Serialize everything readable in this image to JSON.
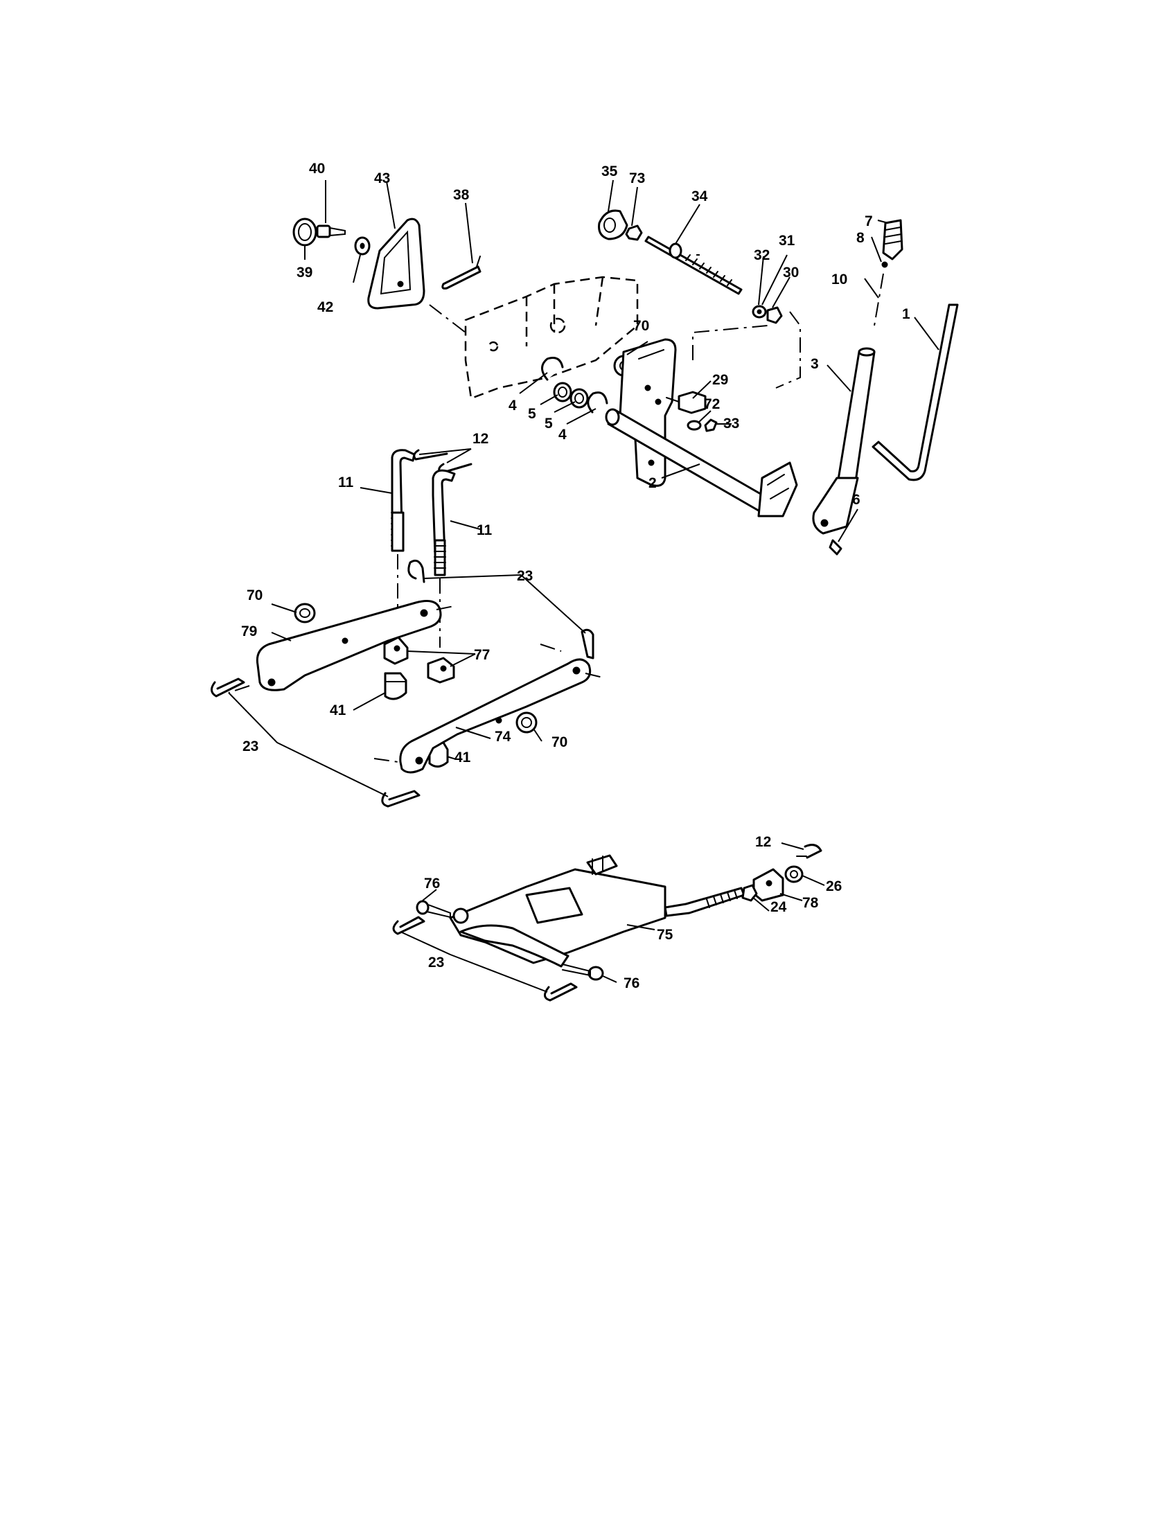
{
  "diagram": {
    "callouts": [
      {
        "id": "c40",
        "text": "40"
      },
      {
        "id": "c43",
        "text": "43"
      },
      {
        "id": "c38",
        "text": "38"
      },
      {
        "id": "c39",
        "text": "39"
      },
      {
        "id": "c42",
        "text": "42"
      },
      {
        "id": "c35",
        "text": "35"
      },
      {
        "id": "c73",
        "text": "73"
      },
      {
        "id": "c34",
        "text": "34"
      },
      {
        "id": "c7",
        "text": "7"
      },
      {
        "id": "c8",
        "text": "8"
      },
      {
        "id": "c32",
        "text": "32"
      },
      {
        "id": "c31",
        "text": "31"
      },
      {
        "id": "c30",
        "text": "30"
      },
      {
        "id": "c10",
        "text": "10"
      },
      {
        "id": "c1",
        "text": "1"
      },
      {
        "id": "c70a",
        "text": "70"
      },
      {
        "id": "c3",
        "text": "3"
      },
      {
        "id": "c29",
        "text": "29"
      },
      {
        "id": "c72",
        "text": "72"
      },
      {
        "id": "c33",
        "text": "33"
      },
      {
        "id": "c4a",
        "text": "4"
      },
      {
        "id": "c5a",
        "text": "5"
      },
      {
        "id": "c5b",
        "text": "5"
      },
      {
        "id": "c4b",
        "text": "4"
      },
      {
        "id": "c12a",
        "text": "12"
      },
      {
        "id": "c11a",
        "text": "11"
      },
      {
        "id": "c2",
        "text": "2"
      },
      {
        "id": "c6",
        "text": "6"
      },
      {
        "id": "c11b",
        "text": "11"
      },
      {
        "id": "c23a",
        "text": "23"
      },
      {
        "id": "c70b",
        "text": "70"
      },
      {
        "id": "c79",
        "text": "79"
      },
      {
        "id": "c77",
        "text": "77"
      },
      {
        "id": "c41a",
        "text": "41"
      },
      {
        "id": "c74",
        "text": "74"
      },
      {
        "id": "c70c",
        "text": "70"
      },
      {
        "id": "c23b",
        "text": "23"
      },
      {
        "id": "c41b",
        "text": "41"
      },
      {
        "id": "c12b",
        "text": "12"
      },
      {
        "id": "c26",
        "text": "26"
      },
      {
        "id": "c78",
        "text": "78"
      },
      {
        "id": "c24",
        "text": "24"
      },
      {
        "id": "c76a",
        "text": "76"
      },
      {
        "id": "c75",
        "text": "75"
      },
      {
        "id": "c23c",
        "text": "23"
      },
      {
        "id": "c76b",
        "text": "76"
      }
    ]
  }
}
